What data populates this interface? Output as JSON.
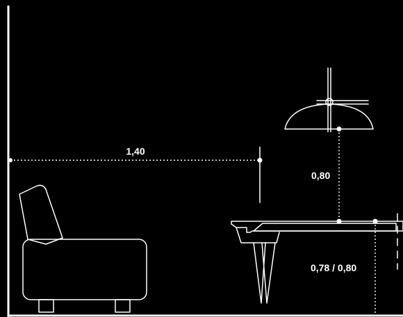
{
  "dimensions": {
    "sofa_to_table": "1,40",
    "lamp_height": "0,80",
    "table_height": "0,78 / 0,80"
  },
  "colors": {
    "background": "#000000",
    "lines": "#ffffff"
  }
}
